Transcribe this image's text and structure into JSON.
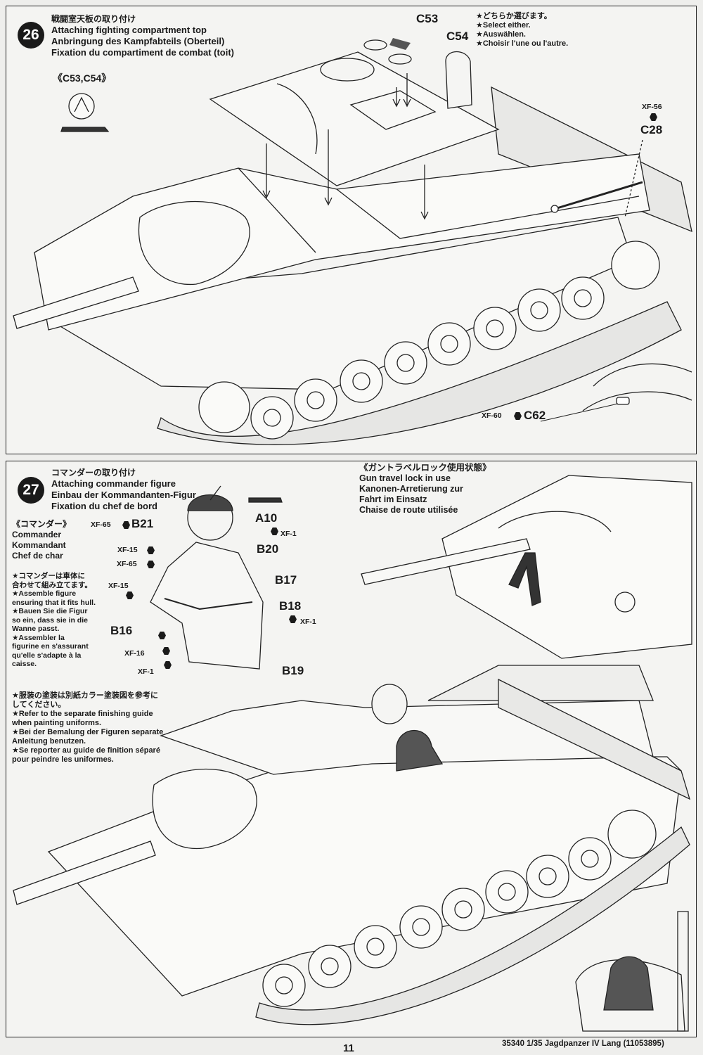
{
  "step26": {
    "number": "26",
    "title_jp": "戦闘室天板の取り付け",
    "title_en": "Attaching fighting compartment top",
    "title_de": "Anbringung des Kampfabteils (Oberteil)",
    "title_fr": "Fixation du compartiment de combat (toit)",
    "detail_label": "《C53,C54》",
    "select_jp": "★どちらか選びます。",
    "select_en": "★Select either.",
    "select_de": "★Auswählen.",
    "select_fr": "★Choisir l'une ou l'autre.",
    "parts": {
      "c53": "C53",
      "c54": "C54",
      "c28": "C28",
      "c62": "C62",
      "xf56": "XF-56",
      "xf60": "XF-60"
    }
  },
  "step27": {
    "number": "27",
    "title_jp": "コマンダーの取り付け",
    "title_en": "Attaching commander figure",
    "title_de": "Einbau der Kommandanten-Figur",
    "title_fr": "Fixation du chef de bord",
    "commander_label_jp": "《コマンダー》",
    "commander_en": "Commander",
    "commander_de": "Kommandant",
    "commander_fr": "Chef de char",
    "fit_note": [
      "★コマンダーは車体に",
      "合わせて組み立てます。",
      "★Assemble figure",
      "ensuring that it fits hull.",
      "★Bauen Sie die Figur",
      "so ein, dass sie in die",
      "Wanne passt.",
      "★Assembler la",
      "figurine en s'assurant",
      "qu'elle s'adapte à la",
      "caisse."
    ],
    "paint_note": [
      "★服装の塗装は別紙カラー塗装図を参考に",
      "してください。",
      "★Refer to the separate finishing guide",
      "when painting uniforms.",
      "★Bei der Bemalung der Figuren separate",
      "Anleitung benutzen.",
      "★Se reporter au guide de finition séparé",
      "pour peindre les uniformes."
    ],
    "travel_lock": {
      "jp": "《ガントラベルロック使用状態》",
      "en": "Gun travel lock in use",
      "de1": "Kanonen-Arretierung zur",
      "de2": "Fahrt im Einsatz",
      "fr": "Chaise de route utilisée"
    },
    "parts": {
      "b21": "B21",
      "a10": "A10",
      "b20": "B20",
      "b17": "B17",
      "b18": "B18",
      "b16": "B16",
      "b19": "B19"
    },
    "paints": {
      "xf65a": "XF-65",
      "xf1a": "XF-1",
      "xf15a": "XF-15",
      "xf65b": "XF-65",
      "xf15b": "XF-15",
      "xf1b": "XF-1",
      "xf16": "XF-16",
      "xf1c": "XF-1"
    }
  },
  "footer": {
    "page_number": "11",
    "product": "35340  1/35 Jagdpanzer IV Lang (11053895)"
  },
  "colors": {
    "ink": "#1a1a1a",
    "paper": "#f4f4f2"
  }
}
